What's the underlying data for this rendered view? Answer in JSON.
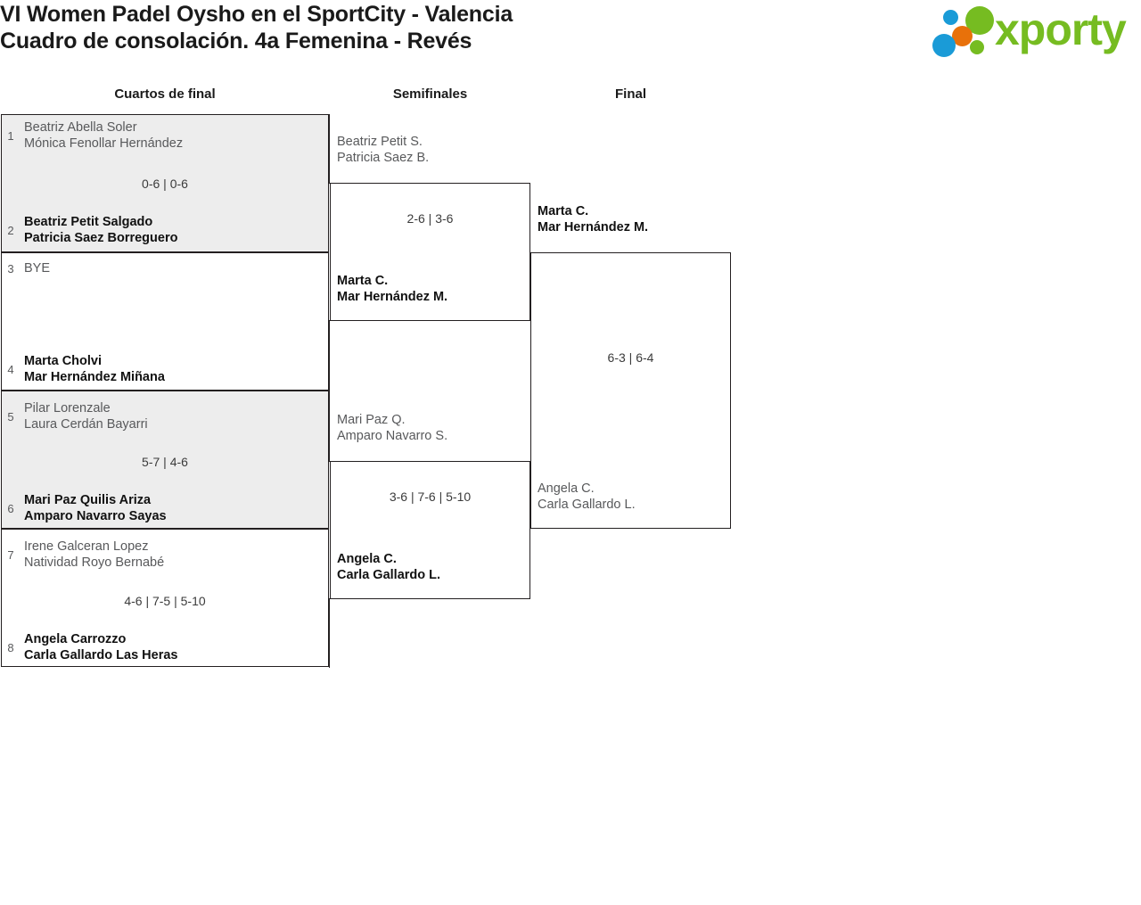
{
  "header": {
    "title_line_1": "VI Women Padel Oysho en el SportCity - Valencia",
    "title_line_2": "Cuadro de consolación. 4a Femenina - Revés",
    "logo_text": "xporty",
    "logo_colors": {
      "green": "#76bc21",
      "blue": "#1a9bd7",
      "orange": "#e8710a"
    }
  },
  "rounds": [
    {
      "label": "Cuartos de final"
    },
    {
      "label": "Semifinales"
    },
    {
      "label": "Final"
    }
  ],
  "bracket": {
    "quarterfinals": [
      {
        "shaded": true,
        "score": "0-6 | 0-6",
        "teams": [
          {
            "seed": "1",
            "player1": "Beatriz Abella Soler",
            "player2": "Mónica Fenollar Hernández",
            "winner": false
          },
          {
            "seed": "2",
            "player1": "Beatriz Petit Salgado",
            "player2": "Patricia Saez Borreguero",
            "winner": true
          }
        ]
      },
      {
        "shaded": false,
        "score": "",
        "teams": [
          {
            "seed": "3",
            "player1": "BYE",
            "player2": "",
            "winner": false
          },
          {
            "seed": "4",
            "player1": "Marta Cholvi",
            "player2": "Mar Hernández Miñana",
            "winner": true
          }
        ]
      },
      {
        "shaded": true,
        "score": "5-7 | 4-6",
        "teams": [
          {
            "seed": "5",
            "player1": "Pilar Lorenzale",
            "player2": "Laura Cerdán Bayarri",
            "winner": false
          },
          {
            "seed": "6",
            "player1": "Mari Paz Quilis Ariza",
            "player2": "Amparo Navarro Sayas",
            "winner": true
          }
        ]
      },
      {
        "shaded": false,
        "score": "4-6 | 7-5 | 5-10",
        "teams": [
          {
            "seed": "7",
            "player1": "Irene Galceran Lopez",
            "player2": "Natividad Royo Bernabé",
            "winner": false
          },
          {
            "seed": "8",
            "player1": "Angela Carrozzo",
            "player2": "Carla Gallardo Las Heras",
            "winner": true
          }
        ]
      }
    ],
    "semifinals": [
      {
        "score": "2-6 | 3-6",
        "teams": [
          {
            "seed": "",
            "player1": "Beatriz Petit S.",
            "player2": "Patricia Saez B.",
            "winner": false
          },
          {
            "seed": "",
            "player1": "Marta C.",
            "player2": "Mar Hernández M.",
            "winner": true
          }
        ]
      },
      {
        "score": "3-6 | 7-6 | 5-10",
        "teams": [
          {
            "seed": "",
            "player1": "Mari Paz Q.",
            "player2": "Amparo Navarro S.",
            "winner": false
          },
          {
            "seed": "",
            "player1": "Angela C.",
            "player2": "Carla Gallardo L.",
            "winner": true
          }
        ]
      }
    ],
    "final": [
      {
        "score": "6-3 | 6-4",
        "teams": [
          {
            "seed": "",
            "player1": "Marta C.",
            "player2": "Mar Hernández M.",
            "winner": true
          },
          {
            "seed": "",
            "player1": "Angela C.",
            "player2": "Carla Gallardo L.",
            "winner": false
          }
        ]
      }
    ]
  }
}
